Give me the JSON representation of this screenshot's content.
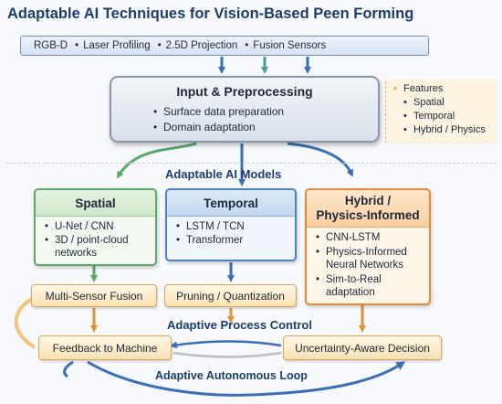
{
  "title": "Adaptable AI Techniques for Vision-Based Peen Forming",
  "sources": [
    "RGB-D",
    "Laser Profiling",
    "2.5D Projection",
    "Fusion Sensors"
  ],
  "input": {
    "title": "Input & Preprocessing",
    "items": [
      "Surface data preparation",
      "Domain adaptation"
    ]
  },
  "features": {
    "title": "Features",
    "items": [
      "Spatial",
      "Temporal",
      "Hybrid / Physics"
    ]
  },
  "models_label": "Adaptable AI Models",
  "models": {
    "spatial": {
      "title": "Spatial",
      "items": [
        "U-Net / CNN",
        "3D / point-cloud networks"
      ]
    },
    "temporal": {
      "title": "Temporal",
      "items": [
        "LSTM / TCN",
        "Transformer"
      ]
    },
    "hybrid": {
      "title_line1": "Hybrid /",
      "title_line2": "Physics-Informed",
      "items": [
        "CNN-LSTM",
        "Physics-Informed Neural Networks",
        "Sim-to-Real adaptation"
      ]
    }
  },
  "optimizations": [
    "Multi-Sensor Fusion",
    "Pruning / Quantization"
  ],
  "control_label": "Adaptive Process Control",
  "feedback": "Feedback to Machine",
  "decision": "Uncertainty-Aware Decision",
  "loop_label": "Adaptive Autonomous Loop",
  "colors": {
    "title": "#1d3d6e",
    "spatial": "#5aa86a",
    "temporal": "#4a84c4",
    "hybrid": "#e08a3c",
    "arrow_blue": "#3a6fb5",
    "arrow_teal": "#4a9a9a",
    "arrow_orange": "#e0952e"
  }
}
